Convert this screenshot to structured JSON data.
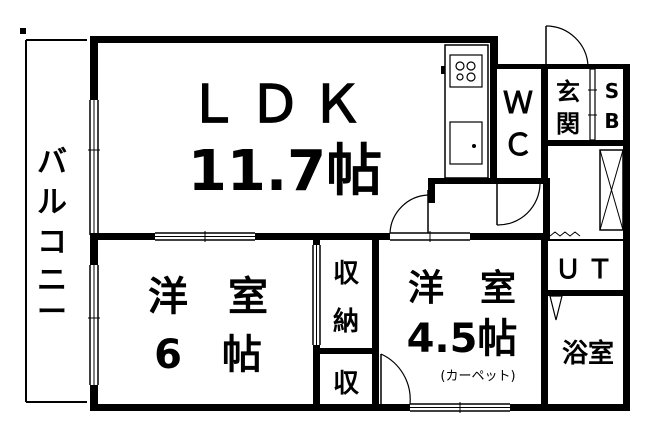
{
  "floorplan": {
    "balcony": {
      "label_chars": [
        "バ",
        "ル",
        "コ",
        "ニ",
        "ー"
      ]
    },
    "ldk": {
      "label": "ＬＤＫ",
      "size": "11.7帖"
    },
    "wc": {
      "line1": "Ｗ",
      "line2": "Ｃ"
    },
    "entrance": {
      "line1": "玄",
      "line2": "関"
    },
    "sb": {
      "line1": "S",
      "line2": "B"
    },
    "western_room_6": {
      "label": "洋　室",
      "size": "6　帖"
    },
    "storage_upper": {
      "line1": "収",
      "line2": "納"
    },
    "storage_lower": {
      "label": "収"
    },
    "western_room_45": {
      "label": "洋　室",
      "size": "4.5帖",
      "note": "(カーペット)"
    },
    "ut": {
      "label": "ＵＴ"
    },
    "bathroom": {
      "label": "浴室"
    }
  }
}
